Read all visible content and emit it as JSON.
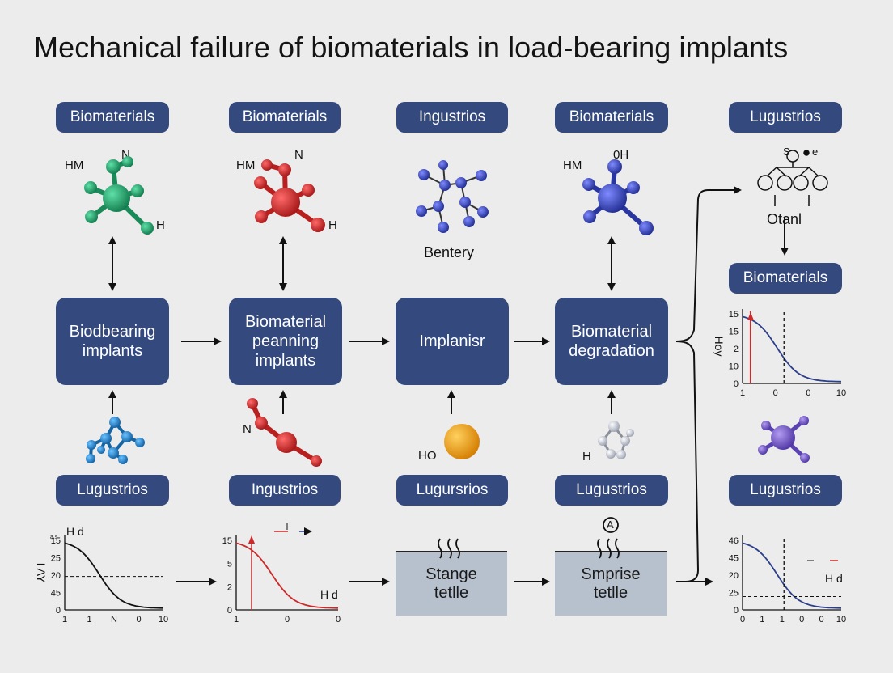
{
  "title": "Mechanical failure of biomaterials in load-bearing implants",
  "top_pills": [
    "Biomaterials",
    "Biomaterials",
    "Ingustrios",
    "Biomaterials",
    "Lugustrios"
  ],
  "bottom_pills": [
    "Lugustrios",
    "Ingustrios",
    "Lugursrios",
    "Lugustrios",
    "Lugustrios"
  ],
  "right_pill": "Biomaterials",
  "process_boxes": [
    "Biodbearing\nimplants",
    "Biomaterial\npeanning\nimplants",
    "Implanisr",
    "Biomaterial\ndegradation"
  ],
  "surfaces": [
    "Stange\ntetlle",
    "Smprise\ntetlle"
  ],
  "molecule_labels": {
    "m1_a": "HM",
    "m1_b": "N",
    "m1_c": "H",
    "m2_a": "HM",
    "m2_b": "N",
    "m2_c": "H",
    "m3_caption": "Bentery",
    "m4_a": "HM",
    "m4_b": "0H",
    "lower2_a": "N",
    "lower3_a": "HO",
    "lower4_a": "H",
    "right_top_s": "S",
    "right_top_e": "e",
    "right_top_caption": "Otanl",
    "surface2_symbol": "A"
  },
  "colors": {
    "pill": "#34497e",
    "green": "#1fa56b",
    "red": "#d42a2a",
    "blue": "#3344b8",
    "cyan": "#1e8ed6",
    "orange": "#f2a20f",
    "purple": "#7a5bc8",
    "white_atom": "#d8dbe4"
  },
  "chart_data": [
    {
      "type": "line",
      "name": "bottom-left",
      "ylabel": "I AY",
      "series_label": "H d",
      "yticks": [
        "15",
        "25",
        "20",
        "45",
        "0"
      ],
      "xticks": [
        "1",
        "1",
        "N",
        "0",
        "10"
      ],
      "corner_label": "a.s",
      "color": "#111111",
      "curve": "decay"
    },
    {
      "type": "line",
      "name": "bottom-second",
      "series_label": "H d",
      "yticks": [
        "15",
        "5",
        "2",
        "0"
      ],
      "xticks": [
        "1",
        "0",
        "0"
      ],
      "color": "#cc2a2a",
      "curve": "decay"
    },
    {
      "type": "line",
      "name": "right-middle",
      "ylabel": "Hoy",
      "yticks": [
        "15",
        "15",
        "2",
        "10",
        "0"
      ],
      "xticks": [
        "1",
        "0",
        "0",
        "10"
      ],
      "color": "#2d3f8a",
      "curve": "decay"
    },
    {
      "type": "line",
      "name": "right-bottom",
      "series_label": "H d",
      "yticks": [
        "46",
        "45",
        "20",
        "25",
        "0"
      ],
      "xticks": [
        "0",
        "1",
        "1",
        "0",
        "0",
        "10"
      ],
      "color": "#2d3f8a",
      "curve": "decay"
    }
  ]
}
